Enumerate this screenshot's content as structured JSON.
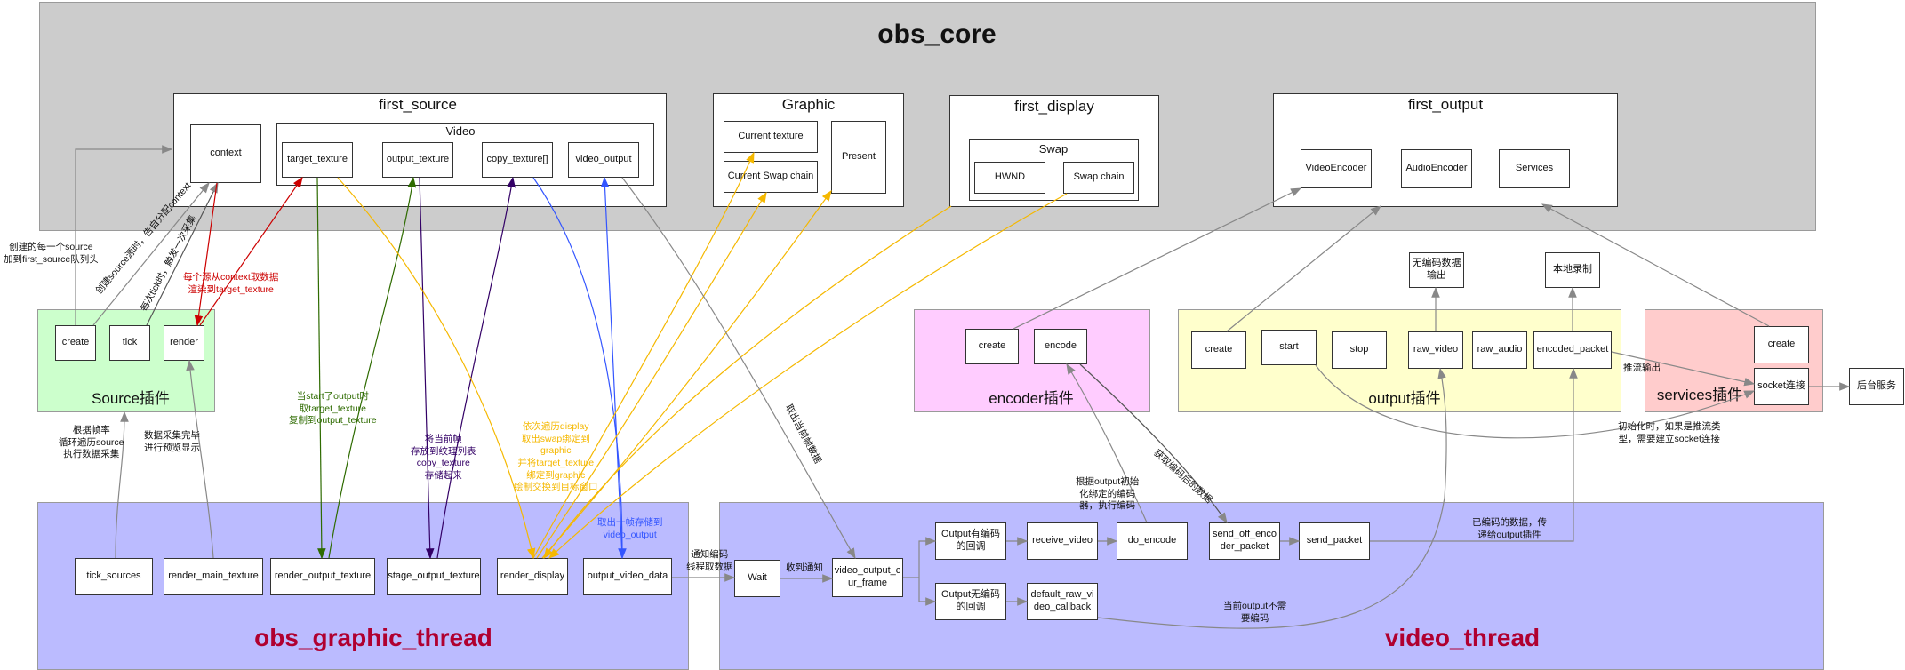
{
  "regions": {
    "obs_core": {
      "title": "obs_core"
    },
    "source_plugin": {
      "title": "Source插件"
    },
    "encoder_plugin": {
      "title": "encoder插件"
    },
    "output_plugin": {
      "title": "output插件"
    },
    "services_plugin": {
      "title": "services插件"
    },
    "obs_graphic_thread": {
      "title": "obs_graphic_thread"
    },
    "video_thread": {
      "title": "video_thread"
    }
  },
  "panels": {
    "first_source": {
      "title": "first_source",
      "video_title": "Video"
    },
    "graphic": {
      "title": "Graphic"
    },
    "first_display": {
      "title": "first_display",
      "swap_title": "Swap"
    },
    "first_output": {
      "title": "first_output"
    }
  },
  "boxes": {
    "context": "context",
    "target_texture": "target_texture",
    "output_texture": "output_texture",
    "copy_texture": "copy_texture[]",
    "video_output": "video_output",
    "current_texture": "Current texture",
    "current_swap_chain": "Current Swap chain",
    "present": "Present",
    "hwnd": "HWND",
    "swap_chain": "Swap chain",
    "video_encoder": "VideoEncoder",
    "audio_encoder": "AudioEncoder",
    "services": "Services",
    "src_create": "create",
    "src_tick": "tick",
    "src_render": "render",
    "enc_create": "create",
    "enc_encode": "encode",
    "out_create": "create",
    "out_start": "start",
    "out_stop": "stop",
    "out_raw_video": "raw_video",
    "out_raw_audio": "raw_audio",
    "out_encoded_packet": "encoded_packet",
    "no_encode_output": [
      "无编码数据",
      "输出"
    ],
    "local_record": "本地录制",
    "svc_create": "create",
    "socket_conn": "socket连接",
    "backend": "后台服务",
    "tick_sources": "tick_sources",
    "render_main_texture": "render_main_texture",
    "render_output_texture": "render_output_texture",
    "stage_output_texture": "stage_output_texture",
    "render_display": "render_display",
    "output_video_data": "output_video_data",
    "wait": "Wait",
    "video_output_cur_frame": [
      "video_output_c",
      "ur_frame"
    ],
    "has_encode_cb": [
      "Output有编码",
      "的回调"
    ],
    "no_encode_cb": [
      "Output无编码",
      "的回调"
    ],
    "receive_video": "receive_video",
    "default_raw_video_callback": [
      "default_raw_vi",
      "deo_callback"
    ],
    "do_encode": "do_encode",
    "send_off_encoder_packet": [
      "send_off_enco",
      "der_packet"
    ],
    "send_packet": "send_packet"
  },
  "labels": {
    "create_source": [
      "创建的每一个source",
      "加到first_source队列头"
    ],
    "create_alloc": [
      "创建source源时，告自分配context"
    ],
    "tick_trigger": [
      "每次tick时，触发一次采集"
    ],
    "render_take": [
      "每个源从context取数据",
      "渲染到target_texture"
    ],
    "fps_loop": [
      "根据帧率",
      "循环遍历source",
      "执行数据采集"
    ],
    "collect_done": [
      "数据采集完毕",
      "进行预览显示"
    ],
    "copy_start": [
      "当start了output时",
      "取target_texture",
      "复制到output_texture"
    ],
    "store_frame": [
      "将当前帧",
      "存放到纹理列表",
      "copy_texture",
      "存储起来"
    ],
    "display_loop": [
      "依次遍历display",
      "取出swap绑定到",
      "graphic",
      "并将target_texture",
      "绑定到graphic",
      "绘制交换到目标窗口"
    ],
    "take_store": [
      "取出一帧存储到",
      "video_output"
    ],
    "take_current": [
      "取出当前帧数据"
    ],
    "notify_encode": [
      "通知编码",
      "线程取数据"
    ],
    "recv_notify": [
      "收到通知"
    ],
    "init_bind": [
      "根据output初始",
      "化绑定的编码",
      "器，执行编码"
    ],
    "get_encoded": [
      "获取编码后的数据"
    ],
    "pass_output": [
      "已编码的数据，传",
      "递给output插件"
    ],
    "no_need_encode": [
      "当前output不需",
      "要编码"
    ],
    "push_out": [
      "推流输出"
    ],
    "init_socket": [
      "初始化时，如果是推流类",
      "型，需要建立socket连接"
    ]
  },
  "colors": {
    "core_bg": "#cccccc",
    "source_bg": "#ccffcc",
    "encoder_bg": "#ffccff",
    "output_bg": "#ffffcc",
    "services_bg": "#ffcccc",
    "thread_bg": "#bbbbff",
    "title_red": "#b00030",
    "red": "#cc0000",
    "green": "#2e6b00",
    "purple": "#330066",
    "blue": "#3355ff",
    "orange": "#f5b800",
    "gray": "#888888"
  }
}
